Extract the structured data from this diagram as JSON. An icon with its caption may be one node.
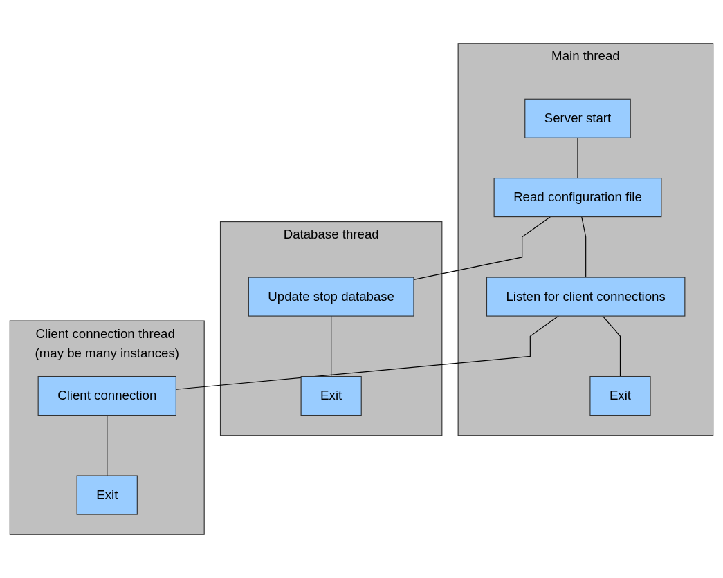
{
  "diagram": {
    "nodes": [
      {
        "text": [
          "Main thread"
        ]
      },
      {
        "text": [
          "Server start"
        ],
        "in": 0
      },
      {
        "text": [
          "Read configuration file"
        ],
        "in": 0
      },
      {
        "text": [
          "Listen for client connections"
        ],
        "in": 0
      },
      {
        "text": [
          "Exit"
        ],
        "in": 0
      },
      {
        "text": [
          "Database thread"
        ]
      },
      {
        "text": [
          "Update stop database"
        ],
        "in": 5
      },
      {
        "text": [
          "Exit"
        ],
        "in": 5
      },
      {
        "text": [
          "Client connection thread (may be many instances)"
        ]
      },
      {
        "text": [
          "Client connection"
        ],
        "in": 8
      },
      {
        "text": [
          "Exit"
        ],
        "in": 8
      }
    ],
    "edges": [
      {
        "from": 1,
        "to": 2,
        "arrow": "none"
      },
      {
        "from": 2,
        "to": 3,
        "arrow": "none"
      },
      {
        "from": 2,
        "to": 6,
        "arrow": "none"
      },
      {
        "from": 3,
        "to": 4,
        "arrow": "none"
      },
      {
        "from": 6,
        "to": 7,
        "arrow": "none"
      },
      {
        "from": 3,
        "to": 9,
        "arrow": "none"
      },
      {
        "from": 9,
        "to": 10,
        "arrow": "none"
      }
    ]
  }
}
